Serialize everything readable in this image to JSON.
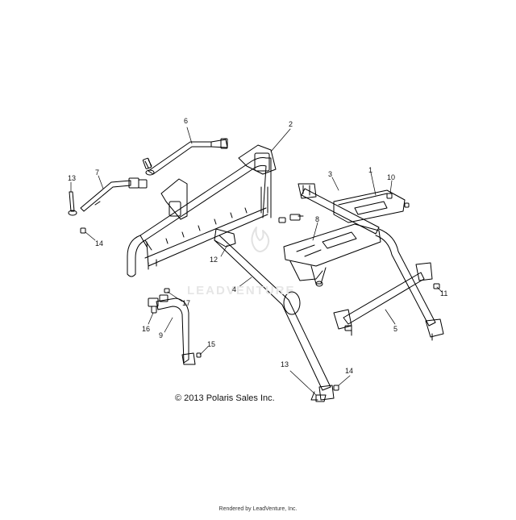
{
  "diagram": {
    "callouts": [
      "1",
      "2",
      "3",
      "4",
      "5",
      "6",
      "7",
      "8",
      "9",
      "10",
      "11",
      "12",
      "13",
      "14",
      "15",
      "16",
      "17"
    ],
    "repeat_callouts": [
      "13",
      "14"
    ],
    "copyright": "© 2013 Polaris Sales Inc.",
    "footer": "Rendered by LeadVenture, Inc.",
    "watermark": "LEADVENTURE"
  }
}
